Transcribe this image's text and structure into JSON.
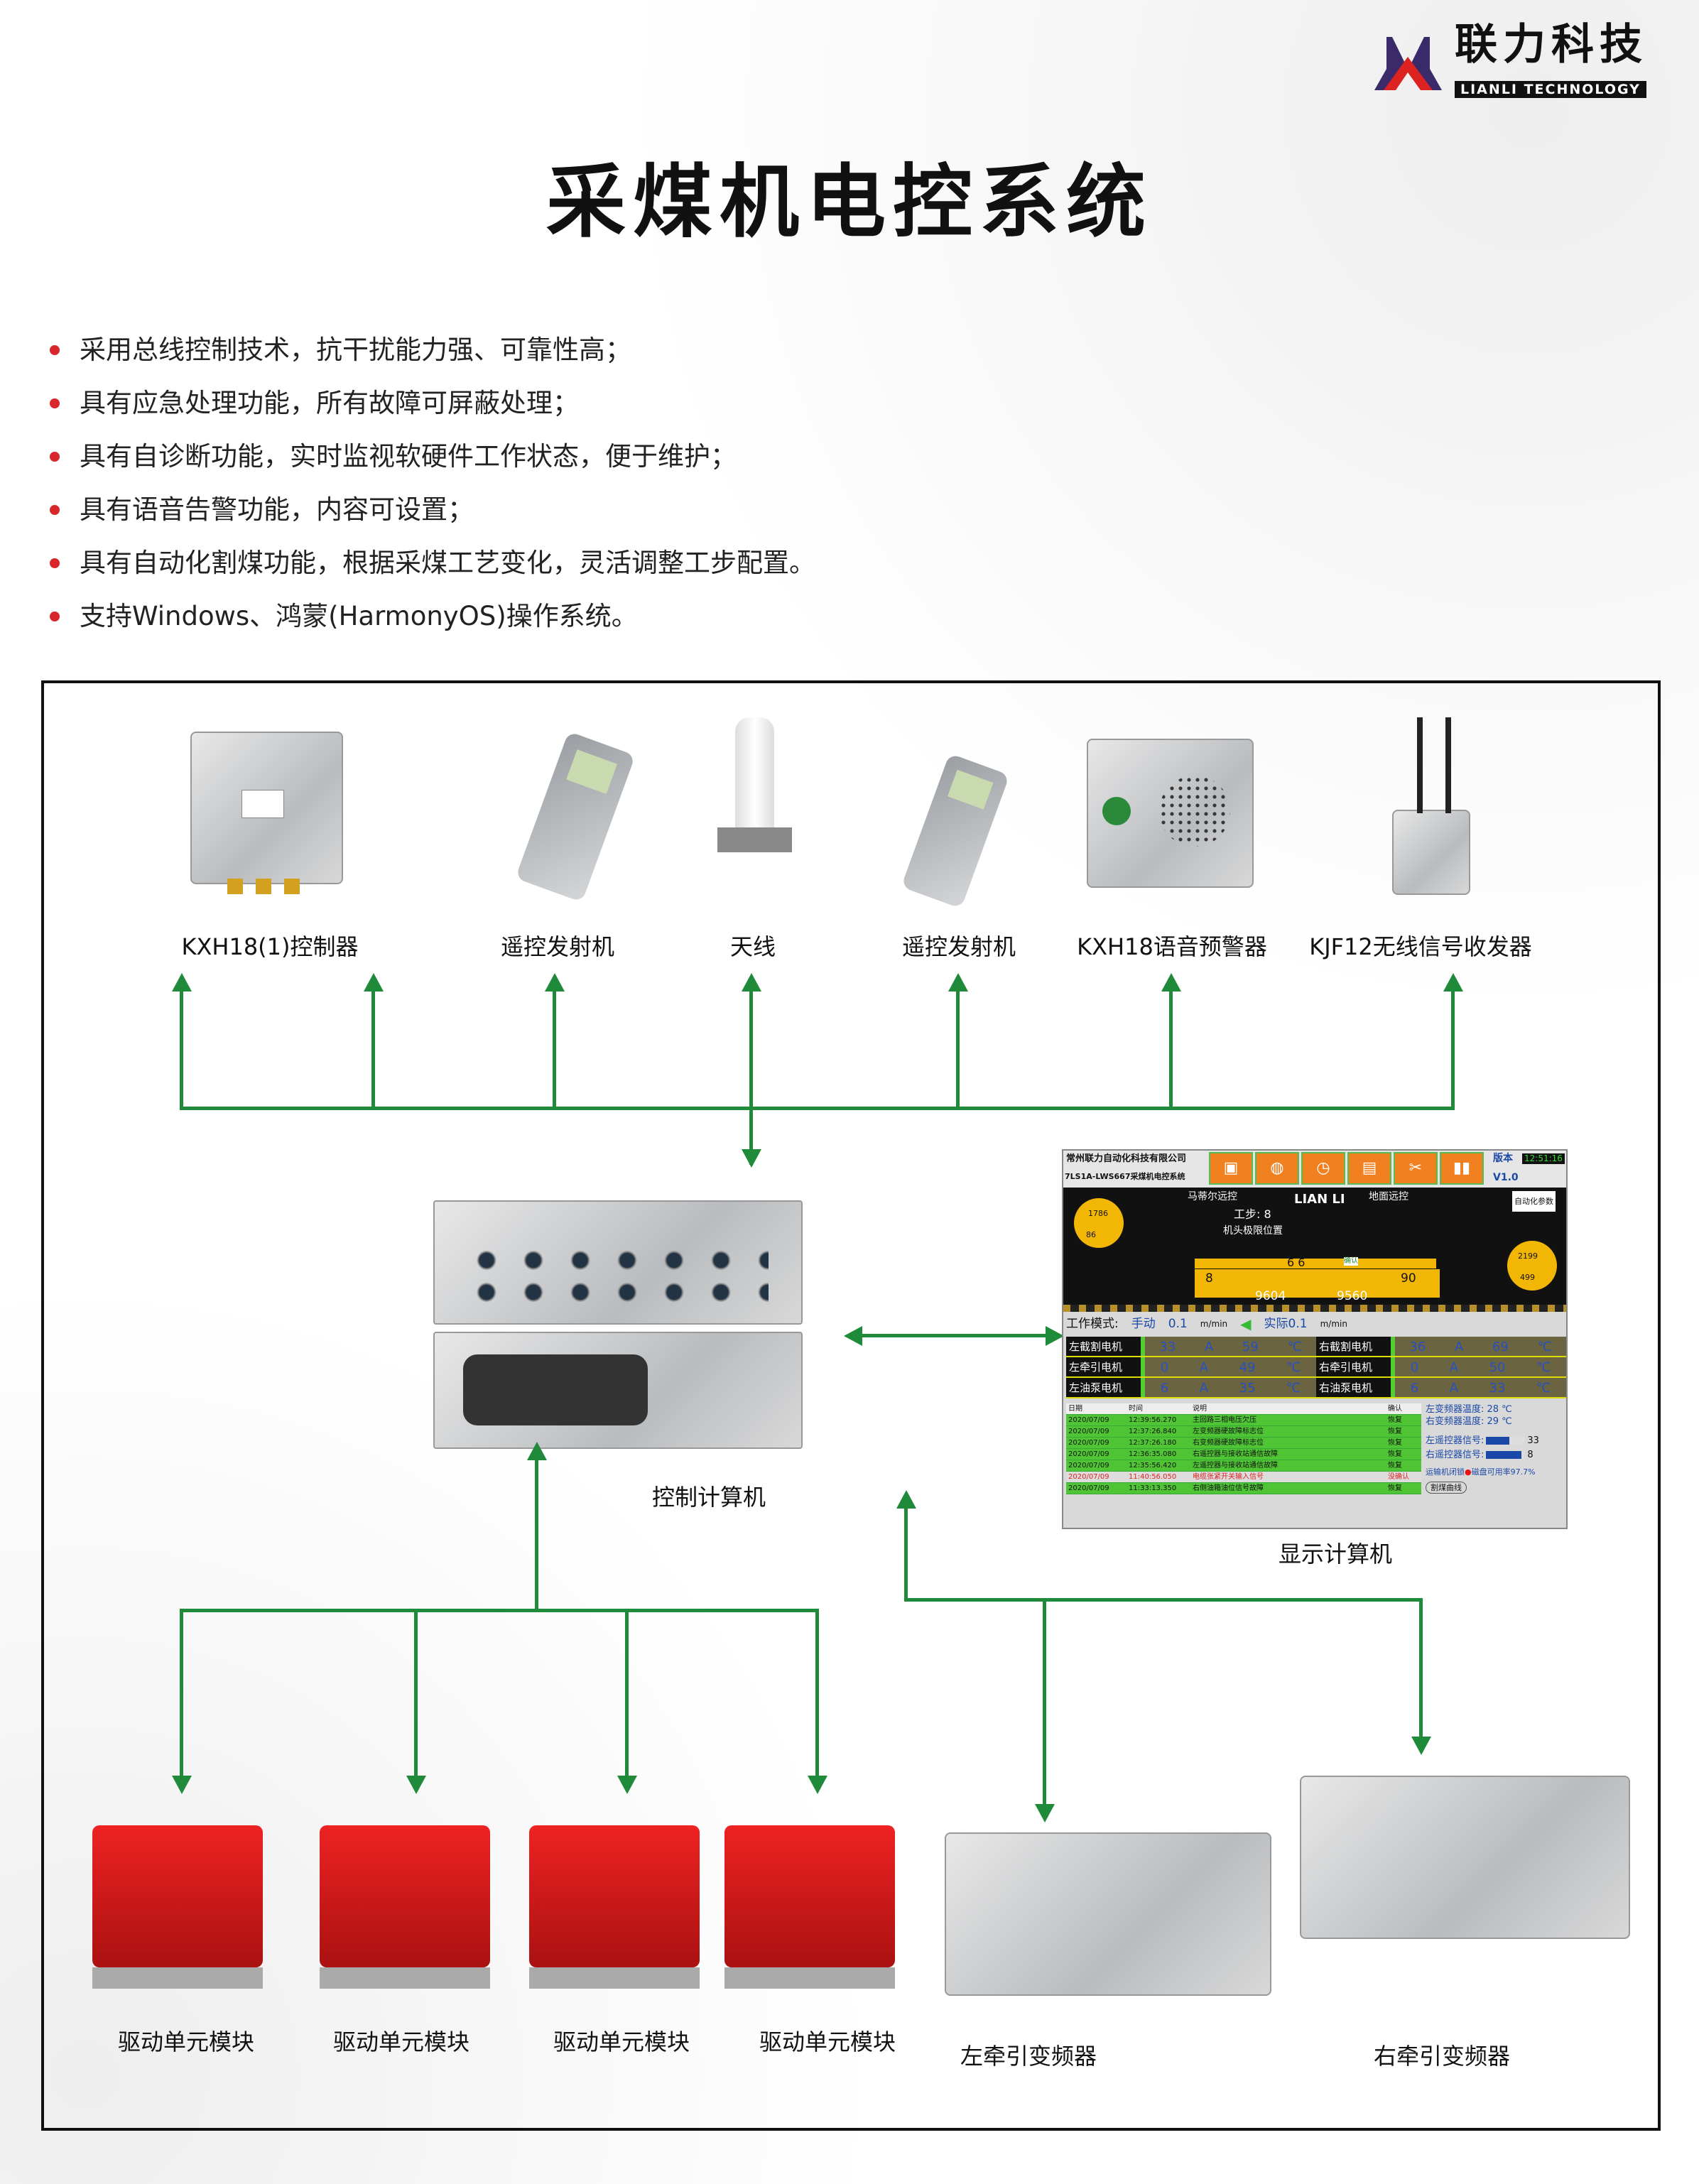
{
  "logo": {
    "cn": "联力科技",
    "en": "LIANLI TECHNOLOGY"
  },
  "title": "采煤机电控系统",
  "features": [
    "采用总线控制技术，抗干扰能力强、可靠性高；",
    "具有应急处理功能，所有故障可屏蔽处理；",
    "具有自诊断功能，实时监视软硬件工作状态，便于维护；",
    "具有语音告警功能，内容可设置；",
    "具有自动化割煤功能，根据采煤工艺变化，灵活调整工步配置。",
    "支持Windows、鸿蒙(HarmonyOS)操作系统。"
  ],
  "devices": {
    "controller": "KXH18(1)控制器",
    "remote1": "遥控发射机",
    "antenna": "天线",
    "remote2": "遥控发射机",
    "alarm": "KXH18语音预警器",
    "transceiver": "KJF12无线信号收发器",
    "control_pc": "控制计算机",
    "display_pc": "显示计算机",
    "drive": [
      "驱动单元模块",
      "驱动单元模块",
      "驱动单元模块",
      "驱动单元模块"
    ],
    "left_inverter": "左牵引变频器",
    "right_inverter": "右牵引变频器"
  },
  "screen": {
    "company": "常州联力自动化科技有限公司",
    "system": "7LS1A-LWS667采煤机电控系统",
    "version_label": "版本",
    "version": "V1.0",
    "clock": "12:51:16",
    "remote_mode": "马蒂尔远控",
    "ground_mode": "地面远控",
    "brand": "LIAN LI",
    "auto_params": "自动化参数",
    "step": "工步: 8",
    "position": "机头极限位置",
    "left_drum": "1786",
    "left_drum2": "86",
    "right_drum": "2199",
    "right_drum2": "499",
    "height_l": "8",
    "height_r": "90",
    "mid": "6 6",
    "confirm": "确认",
    "pos_l": "9604",
    "pos_r": "9560",
    "work_mode": "工作模式:",
    "mode": "手动",
    "speed": "0.1",
    "unit": "m/min",
    "actual": "实际0.1",
    "motors": [
      {
        "name": "左截割电机",
        "a": "33",
        "t": "59",
        "name2": "右截割电机",
        "a2": "36",
        "t2": "69"
      },
      {
        "name": "左牵引电机",
        "a": "0",
        "t": "49",
        "name2": "右牵引电机",
        "a2": "0",
        "t2": "50"
      },
      {
        "name": "左油泵电机",
        "a": "6",
        "t": "35",
        "name2": "右油泵电机",
        "a2": "6",
        "t2": "33"
      }
    ],
    "log_headers": [
      "日期",
      "时间",
      "说明",
      "确认"
    ],
    "log": [
      [
        "2020/07/09",
        "12:39:56.270",
        "主回路三相电压欠压",
        "恢复"
      ],
      [
        "2020/07/09",
        "12:37:26.840",
        "左变频器硬故障标志位",
        "恢复"
      ],
      [
        "2020/07/09",
        "12:37:26.180",
        "右变频器硬故障标志位",
        "恢复"
      ],
      [
        "2020/07/09",
        "12:36:35.080",
        "右遥控器与接收站通信故障",
        "恢复"
      ],
      [
        "2020/07/09",
        "12:35:56.420",
        "左遥控器与接收站通信故障",
        "恢复"
      ],
      [
        "2020/07/09",
        "11:40:56.050",
        "电缆张紧开关输入信号",
        "没确认"
      ],
      [
        "2020/07/09",
        "11:33:13.350",
        "右侧油箱油位信号故障",
        "恢复"
      ]
    ],
    "left_inv_temp": "左变频器温度: 28 ℃",
    "right_inv_temp": "右变频器温度: 29 ℃",
    "left_remote_signal": "左遥控器信号:",
    "left_remote_value": "33",
    "left_remote_pct": 60,
    "right_remote_signal": "右遥控器信号:",
    "right_remote_value": "8",
    "right_remote_pct": 90,
    "conveyor_lock": "运输机闭锁",
    "disk": "磁盘可用率97.7%",
    "curve": "割煤曲线"
  }
}
